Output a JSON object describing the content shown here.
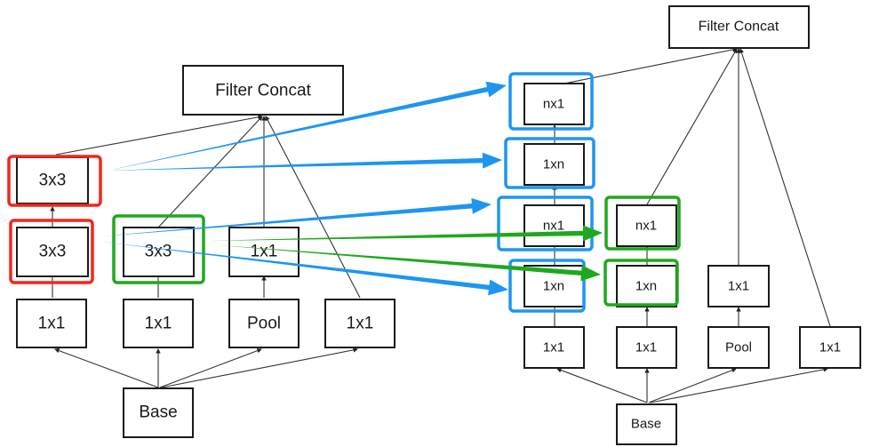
{
  "colors": {
    "red": "#f2271c",
    "green": "#1fa81f",
    "blue": "#1e96f0",
    "box_stroke": "#1a1a1a",
    "edge": "#333333"
  },
  "left_module": {
    "nodes": {
      "concat": "Filter Concat",
      "c3x3_top": "3x3",
      "c3x3_a": "3x3",
      "c3x3_b": "3x3",
      "c1x1_pool_out": "1x1",
      "c1x1_a": "1x1",
      "c1x1_b": "1x1",
      "pool": "Pool",
      "c1x1_c": "1x1",
      "base": "Base"
    }
  },
  "right_module": {
    "nodes": {
      "concat": "Filter Concat",
      "nx1_top": "nx1",
      "1xn_a": "1xn",
      "nx1_a": "nx1",
      "1xn_b": "1xn",
      "nx1_b": "nx1",
      "1xn_c": "1xn",
      "c1x1_pool_out": "1x1",
      "c1x1_a": "1x1",
      "c1x1_b": "1x1",
      "pool": "Pool",
      "c1x1_c": "1x1",
      "base": "Base"
    }
  },
  "mappings": [
    {
      "from": "left.c3x3_top",
      "to": [
        "right.nx1_top",
        "right.1xn_a"
      ],
      "color": "blue"
    },
    {
      "from": "left.c3x3_a",
      "to": [
        "right.nx1_a",
        "right.1xn_b"
      ],
      "color": "blue"
    },
    {
      "from": "left.c3x3_b",
      "to": [
        "right.nx1_b",
        "right.1xn_c"
      ],
      "color": "green"
    }
  ]
}
